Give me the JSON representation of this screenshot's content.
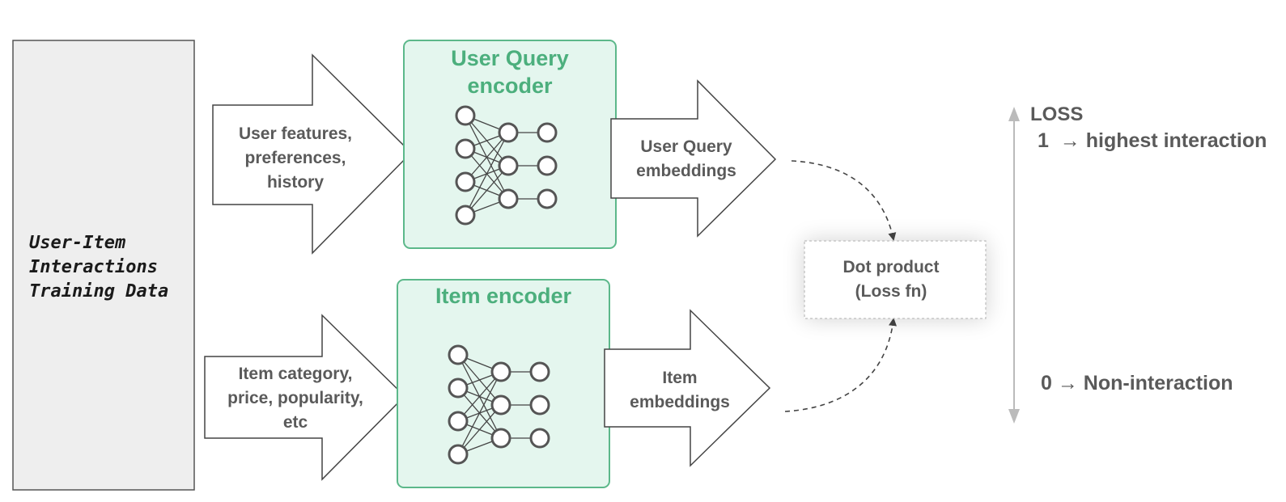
{
  "training_data": {
    "lines": [
      "User-Item",
      "Interactions",
      "Training Data"
    ]
  },
  "user_input": {
    "lines": [
      "User features,",
      "preferences,",
      "history"
    ]
  },
  "item_input": {
    "lines": [
      "Item category,",
      "price, popularity,",
      "etc"
    ]
  },
  "user_encoder": {
    "title_lines": [
      "User Query",
      "encoder"
    ]
  },
  "item_encoder": {
    "title_lines": [
      "Item encoder"
    ]
  },
  "user_output": {
    "lines": [
      "User Query",
      "embeddings"
    ]
  },
  "item_output": {
    "lines": [
      "Item",
      "embeddings"
    ]
  },
  "dot_product": {
    "lines": [
      "Dot product",
      "(Loss fn)"
    ]
  },
  "loss_scale": {
    "title": "LOSS",
    "high": "1  → highest interaction",
    "low": "0 → Non-interaction"
  },
  "colors": {
    "encoder_fill": "#e4f6ee",
    "encoder_border": "#5cb88a",
    "encoder_title": "#4caf7d",
    "training_fill": "#eeeeee",
    "text": "#5a5a5a"
  }
}
